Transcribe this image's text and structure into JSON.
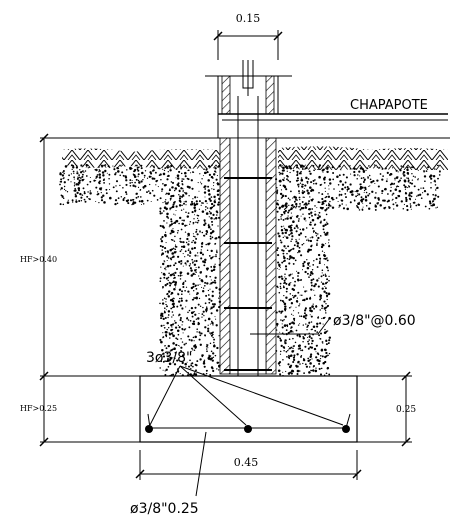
{
  "labels": {
    "wall_width": "0.15",
    "tar_coating": "CHAPAPOTE",
    "foundation_depth": "HF>0.40",
    "footing_depth": "HF>0.25",
    "footing_height": "0.25",
    "footing_width": "0.45",
    "stirrups": "ø3/8\"@0.60",
    "longitudinal_bars": "3ø3/8\"",
    "transverse_bars": "ø3/8\"0.25"
  },
  "colors": {
    "ink": "#000000",
    "paper": "#ffffff"
  }
}
